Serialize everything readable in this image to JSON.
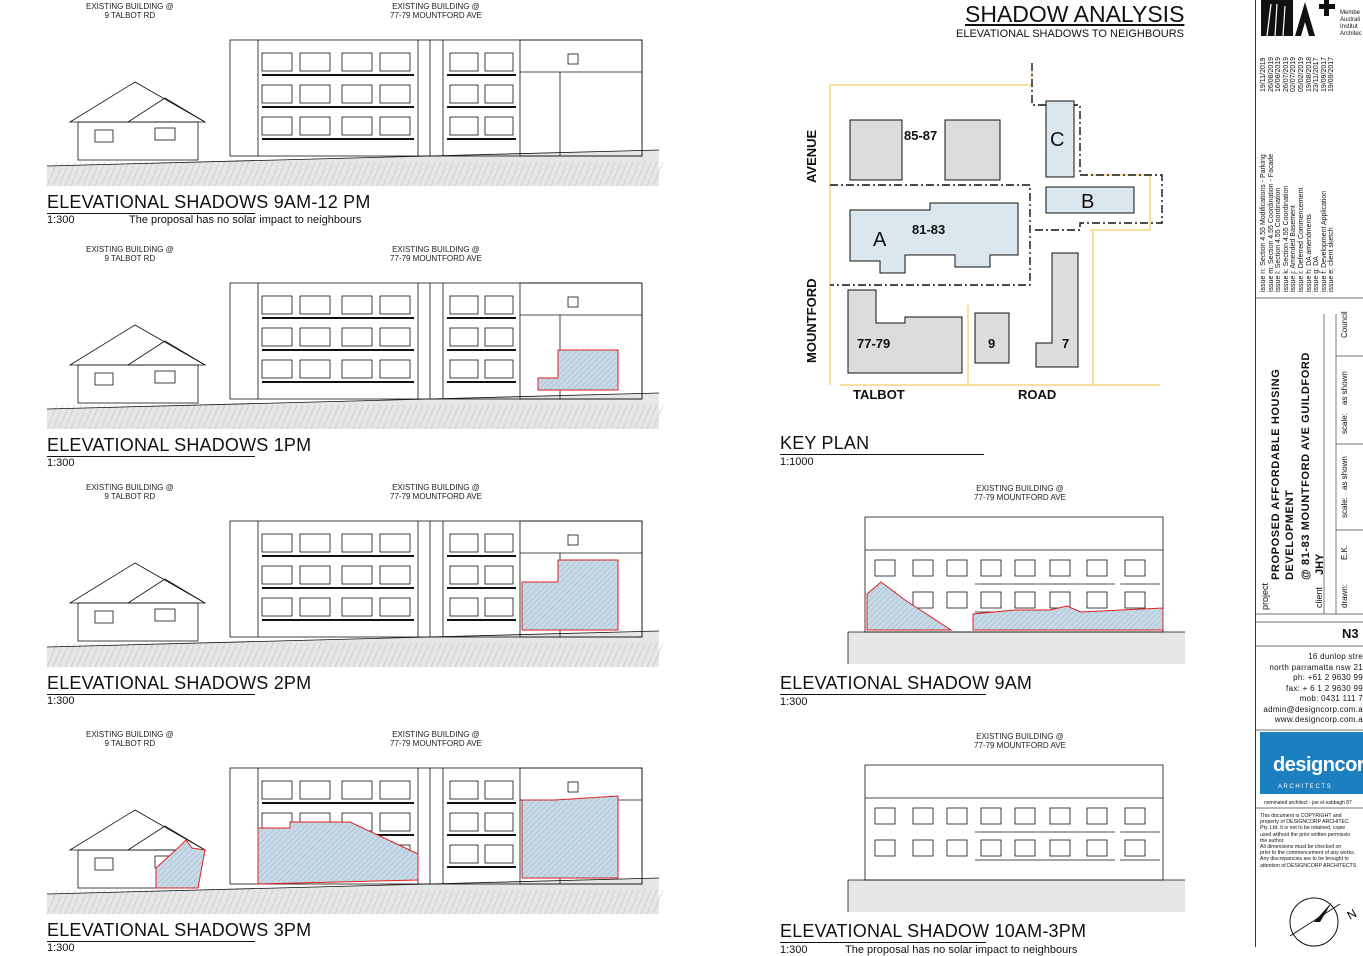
{
  "title": "SHADOW ANALYSIS",
  "subtitle": "ELEVATIONAL SHADOWS TO NEIGHBOURS",
  "elevations": [
    {
      "title": "ELEVATIONAL SHADOWS 9AM-12 PM",
      "scale": "1:300",
      "note": "The proposal has no solar impact to neighbours",
      "label_left": "EXISTING BUILDING @",
      "label_left2": "9 TALBOT RD",
      "label_right": "EXISTING BUILDING @",
      "label_right2": "77-79 MOUNTFORD AVE"
    },
    {
      "title": "ELEVATIONAL SHADOWS 1PM",
      "scale": "1:300",
      "note": "",
      "label_left": "EXISTING BUILDING @",
      "label_left2": "9 TALBOT RD",
      "label_right": "EXISTING BUILDING @",
      "label_right2": "77-79 MOUNTFORD AVE"
    },
    {
      "title": "ELEVATIONAL SHADOWS 2PM",
      "scale": "1:300",
      "note": "",
      "label_left": "EXISTING BUILDING @",
      "label_left2": "9 TALBOT RD",
      "label_right": "EXISTING BUILDING @",
      "label_right2": "77-79 MOUNTFORD AVE"
    },
    {
      "title": "ELEVATIONAL SHADOWS 3PM",
      "scale": "1:300",
      "note": "",
      "label_left": "EXISTING BUILDING @",
      "label_left2": "9 TALBOT RD",
      "label_right": "EXISTING BUILDING @",
      "label_right2": "77-79 MOUNTFORD AVE"
    }
  ],
  "key_plan": {
    "title": "KEY PLAN",
    "scale": "1:1000",
    "street_avenue": "AVENUE",
    "street_mountford": "MOUNTFORD",
    "street_talbot": "TALBOT",
    "street_road": "ROAD",
    "lot_85": "85-87",
    "lot_81": "81-83",
    "lot_77": "77-79",
    "lot_9": "9",
    "lot_7": "7",
    "block_a": "A",
    "block_b": "B",
    "block_c": "C"
  },
  "right_elevations": [
    {
      "title": "ELEVATIONAL SHADOW 9AM",
      "scale": "1:300",
      "note": "",
      "label": "EXISTING BUILDING @",
      "label2": "77-79 MOUNTFORD AVE"
    },
    {
      "title": "ELEVATIONAL SHADOW 10AM-3PM",
      "scale": "1:300",
      "note": "The proposal has no solar impact to neighbours",
      "label": "EXISTING BUILDING @",
      "label2": "77-79 MOUNTFORD AVE"
    }
  ],
  "title_block": {
    "issues": [
      {
        "issue": "issue n:",
        "desc": "Section 4.55 Modifications - Parking",
        "date": "19/11/2019"
      },
      {
        "issue": "issue m:",
        "desc": "Section 4.55 Coordination - Facade",
        "date": "26/08/2019"
      },
      {
        "issue": "issue l:",
        "desc": "Section 4.55 Coordination",
        "date": "16/08/2019"
      },
      {
        "issue": "issue k:",
        "desc": "Section 4.55 Coordination",
        "date": "26/07/2019"
      },
      {
        "issue": "issue j:",
        "desc": "Amended Basement",
        "date": "02/07/2019"
      },
      {
        "issue": "issue i:",
        "desc": "Deferred Commencement",
        "date": "05/02/2019"
      },
      {
        "issue": "issue h:",
        "desc": "DA amendments",
        "date": "19/08/2018"
      },
      {
        "issue": "issue g:",
        "desc": "DA",
        "date": "23/11/2017"
      },
      {
        "issue": "issue f:",
        "desc": "Development Application",
        "date": "19/09/2017"
      },
      {
        "issue": "issue e:",
        "desc": "client sketch",
        "date": "19/09/2017"
      }
    ],
    "project_label": "project",
    "project_line1": "PROPOSED AFFORDABLE HOUSING",
    "project_line2": "DEVELOPMENT",
    "project_line3": "@ 81-83 MOUNTFORD AVE GUILDFORD",
    "client_label": "client",
    "client_value": "JHY",
    "drawn_label": "drawn:",
    "drawn_value": "E.K.",
    "scale_label1": "scale:",
    "scale_value1": "as shown",
    "scale_label2": "scale:",
    "scale_value2": "as shown",
    "council_label": "Council",
    "north_code": "N3",
    "address": [
      "16 dunlop stre",
      "north parramatta nsw 21",
      "ph: +61 2 9630 99",
      "fax: + 6 1 2 9630 99",
      "mob: 0431 111 7",
      "admin@designcorp.com.a",
      "www.designcorp.com.a"
    ],
    "brand": "designcorp",
    "brand_sub": "A R C H I T E C T S",
    "nominated": "nominated architect - joe el-sabbagh 87",
    "copyright": [
      "This document is COPYRIGHT and",
      "property of DESIGNCORP ARCHITEC",
      "Pty. Ltd. It is not to be retained, copie",
      "used without the prior written permissio",
      "the author.",
      "All dimensions must be checked on",
      "prior to the commencement of any works.",
      "Any discrepancies are to be brought to",
      "attention of DESIGNCORP ARCHITECTS"
    ],
    "member": [
      "Membe",
      "Australi",
      "Institut",
      "Architec"
    ]
  },
  "colors": {
    "shadow_fill": "#c6d9e6",
    "shadow_edge": "#e02020",
    "building_fill": "#dcdcdc",
    "plan_fill": "#dbe7ee",
    "boundary": "#f0c040",
    "brand_blue": "#1c7fc0"
  }
}
